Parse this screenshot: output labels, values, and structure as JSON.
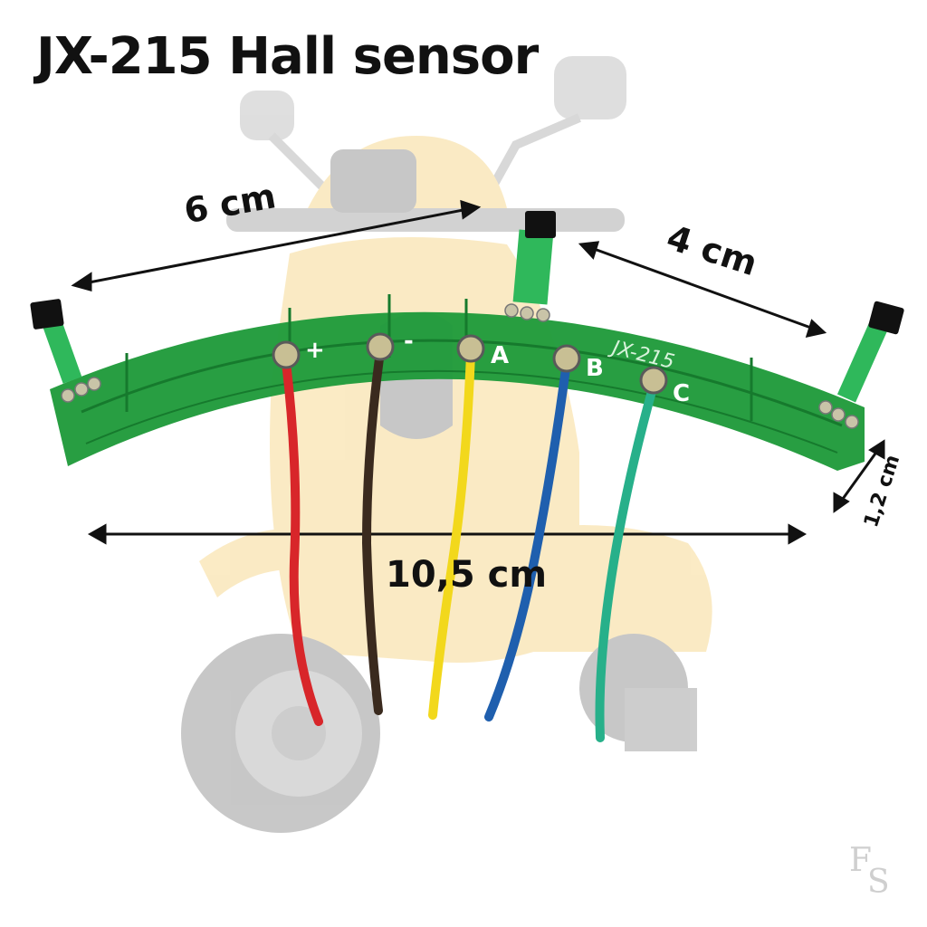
{
  "title": "JX-215 Hall sensor",
  "dimensions": {
    "left_span": "6 cm",
    "right_span": "4 cm",
    "total_width": "10,5 cm",
    "board_height": "1,2 cm"
  },
  "board": {
    "marking": "JX-215",
    "color": "#1f9a3a"
  },
  "wires": [
    {
      "label": "+",
      "color": "#d8262a"
    },
    {
      "label": "-",
      "color": "#3a2a1e"
    },
    {
      "label": "A",
      "color": "#f2d81c"
    },
    {
      "label": "B",
      "color": "#1f5fae"
    },
    {
      "label": "C",
      "color": "#27b08a"
    }
  ],
  "background": {
    "subject": "scooter",
    "color": "#f2c14a"
  },
  "watermark": {
    "icon": "fs-monogram-logo"
  }
}
